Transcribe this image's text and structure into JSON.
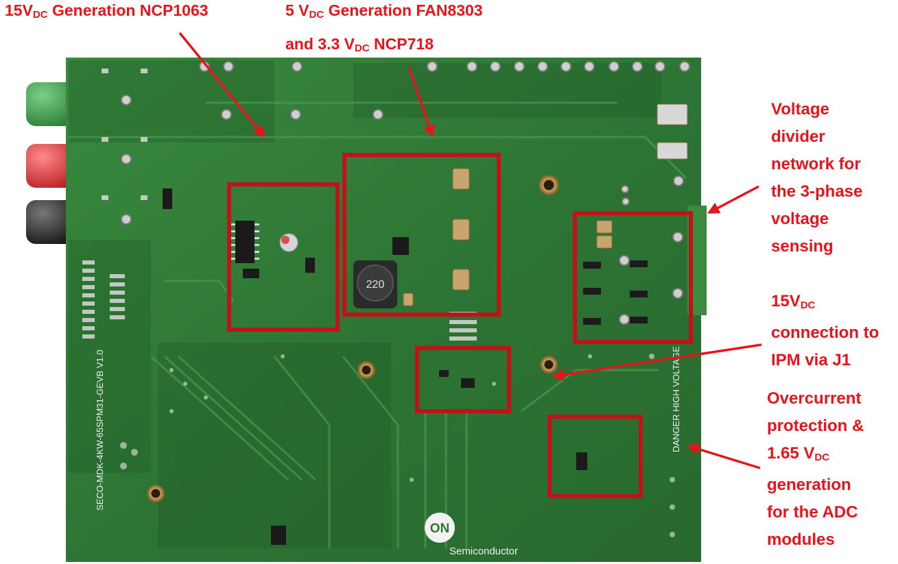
{
  "labels": {
    "gen15": {
      "main": "15V",
      "sub": "DC",
      "rest": " Generation NCP1063"
    },
    "gen5": {
      "line1_main": "5 V",
      "line1_sub": "DC",
      "line1_rest": " Generation FAN8303",
      "line2_pre": "and 3.3 V",
      "line2_sub": "DC",
      "line2_rest": " NCP718"
    },
    "divider": [
      "Voltage",
      "divider",
      "network for",
      "the 3-phase",
      "voltage",
      "sensing"
    ],
    "conn15": {
      "l1_main": "15V",
      "l1_sub": "DC",
      "l2": "connection to",
      "l3": "IPM via J1"
    },
    "overcurrent": {
      "l1": "Overcurrent",
      "l2": "protection &",
      "l3_main": "1.65 V",
      "l3_sub": "DC",
      "l4": "generation",
      "l5": "for the ADC",
      "l6": "modules"
    }
  },
  "board_text": {
    "silkscreen_left": "SECO-MDK-4KW-65SPM31-GEVB V1.0",
    "silkscreen_right": "DANGER HIGH VOLTAGE",
    "logo_letters": "ON",
    "logo_word": "Semiconductor",
    "inductor_marking": "220"
  },
  "colors": {
    "label_red": "#e8141b",
    "highlight_box": "#c1121a",
    "pcb_green": "#2f7a36"
  }
}
